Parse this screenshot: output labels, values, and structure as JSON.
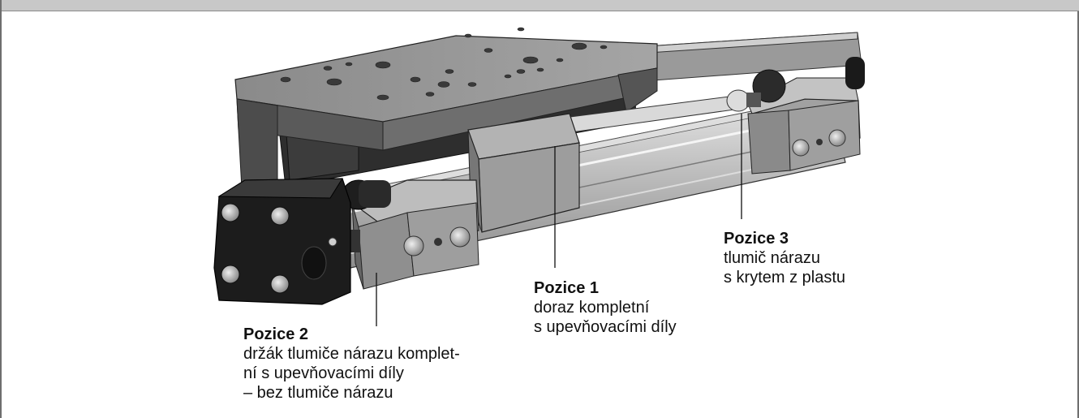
{
  "callouts": {
    "pos1": {
      "title": "Pozice 1",
      "lines": [
        "doraz kompletní",
        "s upevňovacími díly"
      ]
    },
    "pos2": {
      "title": "Pozice 2",
      "lines": [
        "držák tlumiče nárazu komplet-",
        "ní s upevňovacími díly",
        "– bez tlumiče nárazu"
      ]
    },
    "pos3": {
      "title": "Pozice 3",
      "lines": [
        "tlumič nárazu",
        "s krytem z plastu"
      ]
    }
  },
  "colors": {
    "body_grey": "#8c8c8c",
    "dark_grey": "#4a4a4a",
    "aluminium": "#c9c9c9",
    "black_cap": "#1e1e1e"
  }
}
